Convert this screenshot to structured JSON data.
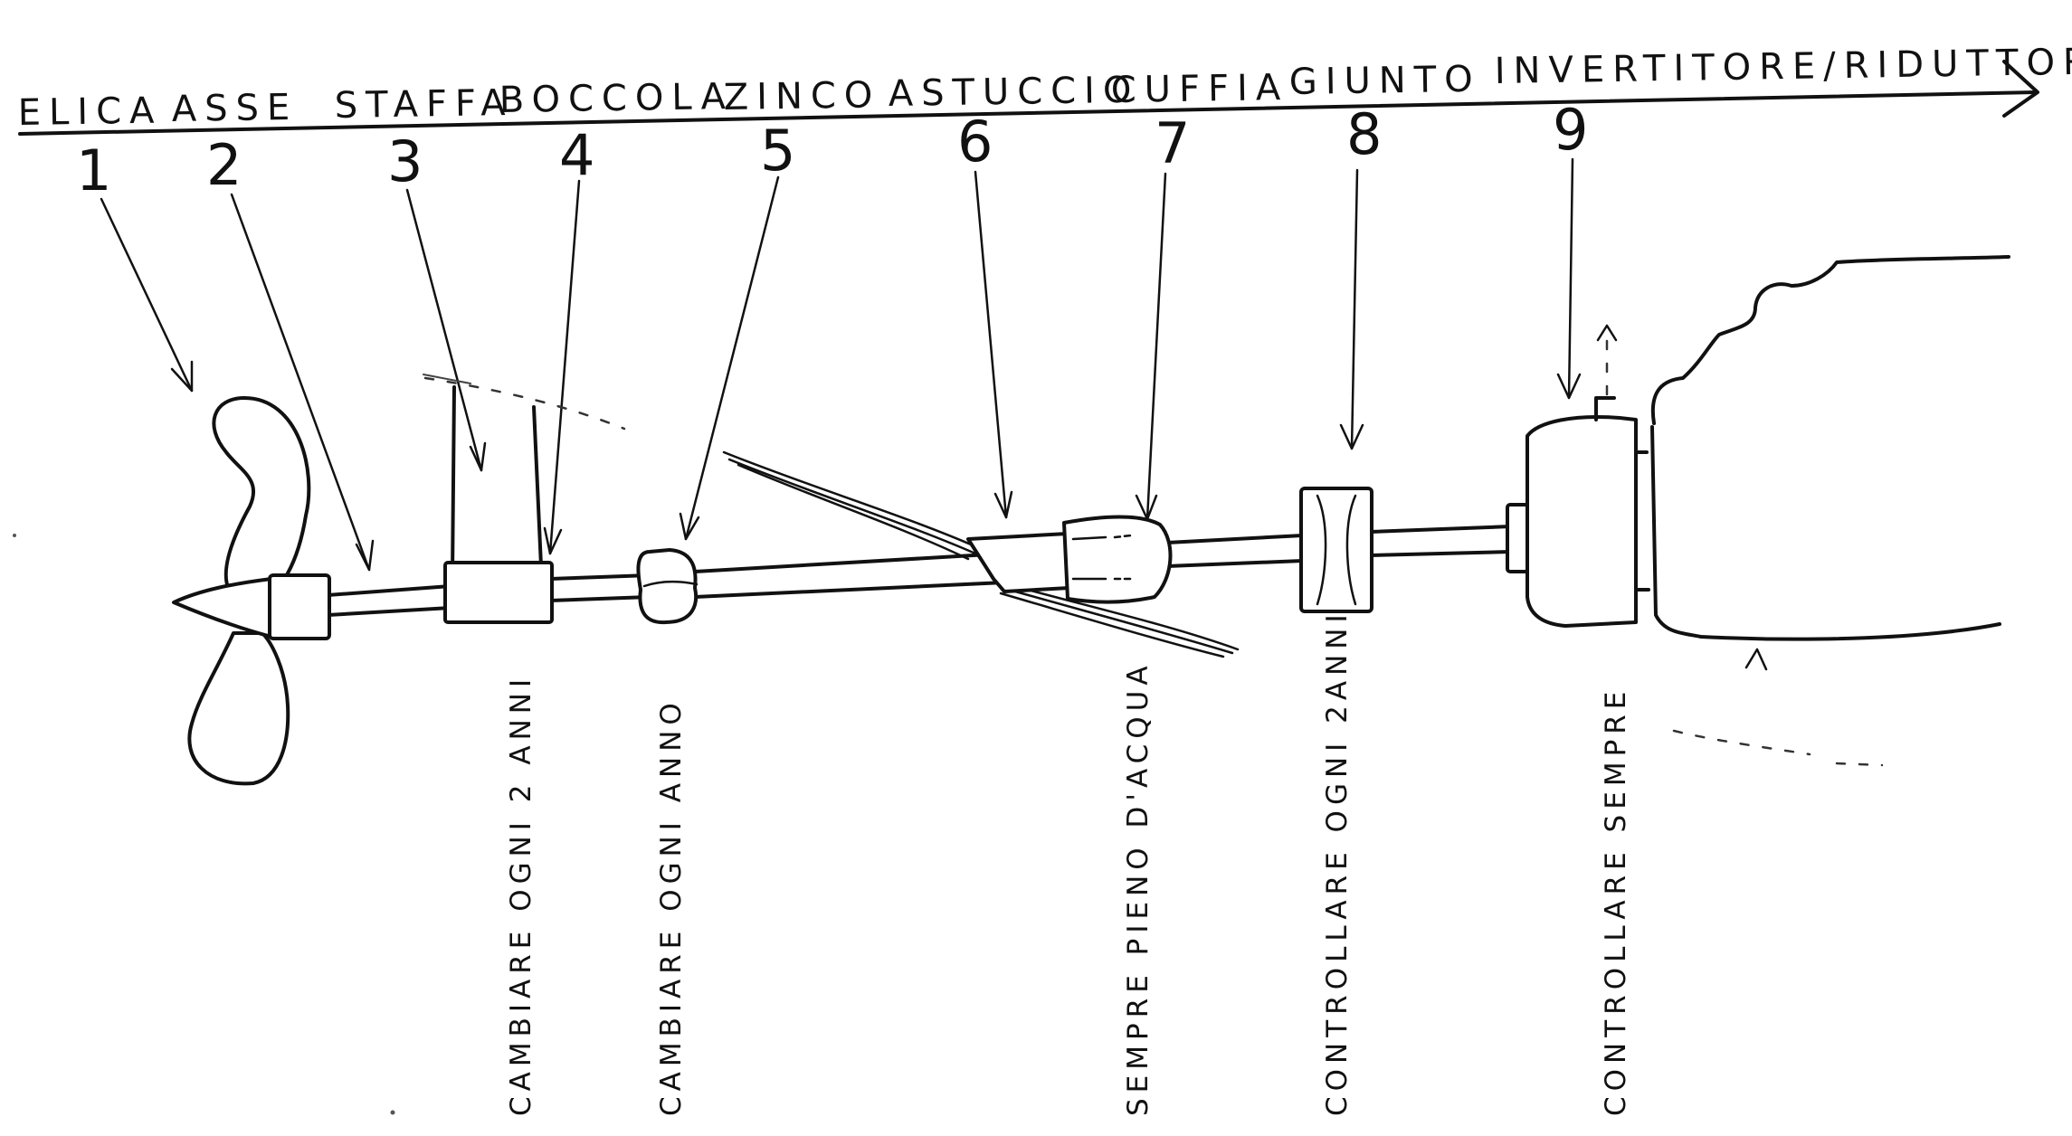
{
  "header": {
    "parts": [
      "ELICA",
      "ASSE",
      "STAFFA",
      "BOCCOLA",
      "ZINCO",
      "ASTUCCIO",
      "CUFFIA",
      "GIUNTO",
      "INVERTITORE/RIDUTTORE"
    ]
  },
  "numbers": [
    "1",
    "2",
    "3",
    "4",
    "5",
    "6",
    "7",
    "8",
    "9"
  ],
  "notes": [
    "CAMBIARE OGNI 2 ANNI",
    "CAMBIARE OGNI ANNO",
    "SEMPRE PIENO D'ACQUA",
    "CONTROLLARE OGNI 2ANNI",
    "CONTROLLARE SEMPRE"
  ]
}
